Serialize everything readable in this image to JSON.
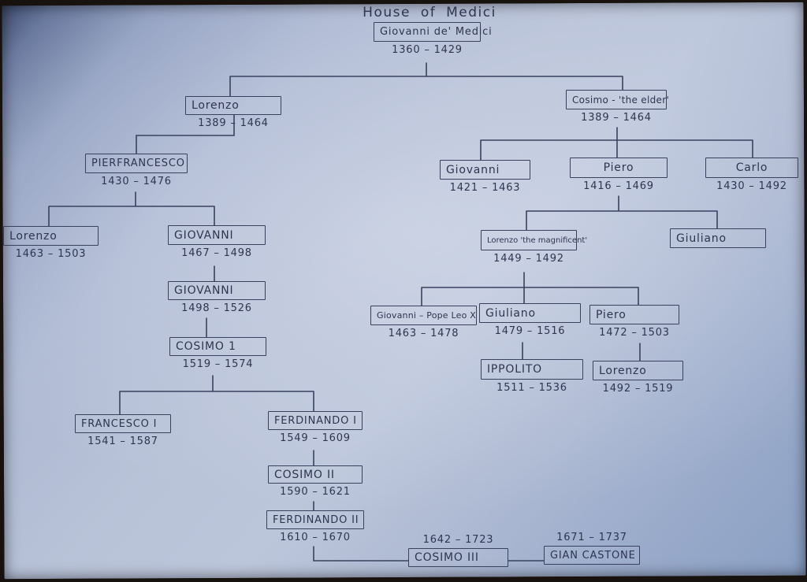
{
  "title": "House of Medici",
  "ink_color": "#2e3550",
  "paper_color": "#b9c3d8",
  "nodes": {
    "root": {
      "name": "Giovanni de' Medici",
      "dates": "1360 – 1429"
    },
    "lorenzo_1389": {
      "name": "Lorenzo",
      "dates": "1389 – 1464"
    },
    "cosimo_elder": {
      "name": "Cosimo - 'the elder'",
      "dates": "1389 – 1464"
    },
    "pierfrancesco": {
      "name": "PIERFRANCESCO",
      "dates": "1430 – 1476"
    },
    "lorenzo_1463": {
      "name": "Lorenzo",
      "dates": "1463 – 1503"
    },
    "giovanni_1467": {
      "name": "GIOVANNI",
      "dates": "1467 – 1498"
    },
    "giovanni_1498": {
      "name": "GIOVANNI",
      "dates": "1498 – 1526"
    },
    "cosimo_i": {
      "name": "COSIMO 1",
      "dates": "1519 – 1574"
    },
    "francesco_i": {
      "name": "FRANCESCO I",
      "dates": "1541 – 1587"
    },
    "ferdinando_i": {
      "name": "FERDINANDO I",
      "dates": "1549 – 1609"
    },
    "cosimo_ii": {
      "name": "COSIMO II",
      "dates": "1590 – 1621"
    },
    "ferdinando_ii": {
      "name": "FERDINANDO II",
      "dates": "1610 – 1670"
    },
    "cosimo_iii": {
      "name": "COSIMO III",
      "dates": "1642 – 1723"
    },
    "gian_gastone": {
      "name": "GIAN CASTONE",
      "dates": "1671 – 1737"
    },
    "giovanni_1421": {
      "name": "Giovanni",
      "dates": "1421 – 1463"
    },
    "piero_1416": {
      "name": "Piero",
      "dates": "1416 – 1469"
    },
    "carlo": {
      "name": "Carlo",
      "dates": "1430 – 1492"
    },
    "lorenzo_magnificent": {
      "name": "Lorenzo 'the magnificent'",
      "dates": "1449 – 1492"
    },
    "giuliano_elder": {
      "name": "Giuliano",
      "dates": ""
    },
    "giovanni_pope": {
      "name": "Giovanni – Pope Leo X",
      "dates": "1463 – 1478"
    },
    "giuliano_1479": {
      "name": "Giuliano",
      "dates": "1479 – 1516"
    },
    "piero_1472": {
      "name": "Piero",
      "dates": "1472 – 1503"
    },
    "ippolito": {
      "name": "IPPOLITO",
      "dates": "1511 – 1536"
    },
    "lorenzo_1492": {
      "name": "Lorenzo",
      "dates": "1492 – 1519"
    }
  }
}
